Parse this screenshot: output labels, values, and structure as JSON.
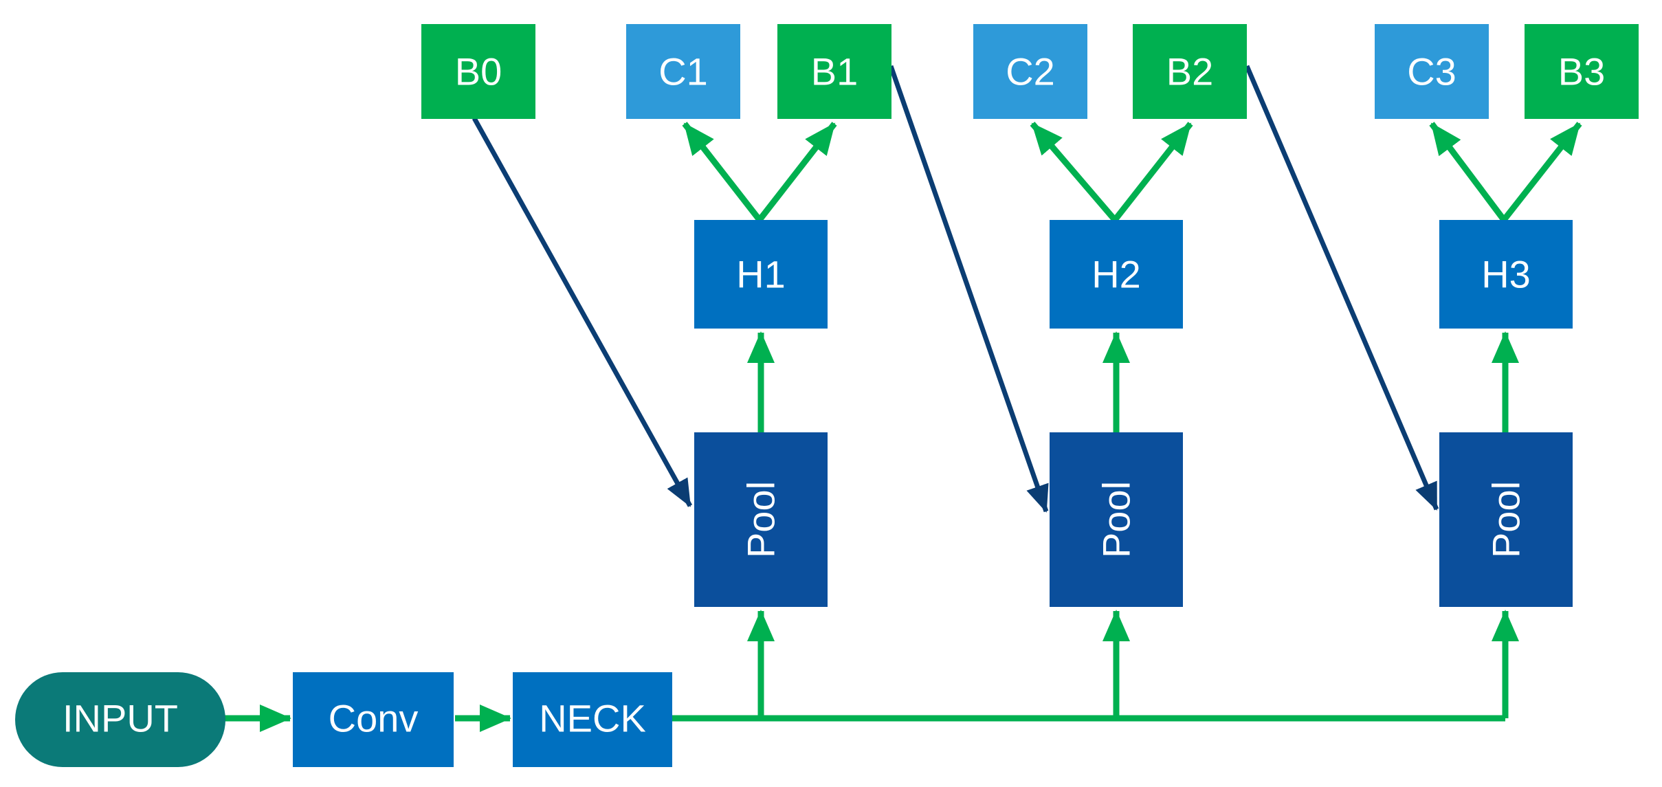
{
  "colors": {
    "green": "#00B050",
    "light_blue": "#2E9AD9",
    "blue": "#0070C0",
    "dark_blue": "#0B4F9C",
    "teal": "#0B7A78",
    "arrow_dark": "#0B3D73",
    "arrow_green": "#00B050",
    "label": "#FFFFFF"
  },
  "nodes": {
    "input": "INPUT",
    "conv": "Conv",
    "neck": "NECK",
    "b0": "B0",
    "c1": "C1",
    "b1": "B1",
    "c2": "C2",
    "b2": "B2",
    "c3": "C3",
    "b3": "B3",
    "h1": "H1",
    "h2": "H2",
    "h3": "H3",
    "pool1": "Pool",
    "pool2": "Pool",
    "pool3": "Pool"
  }
}
